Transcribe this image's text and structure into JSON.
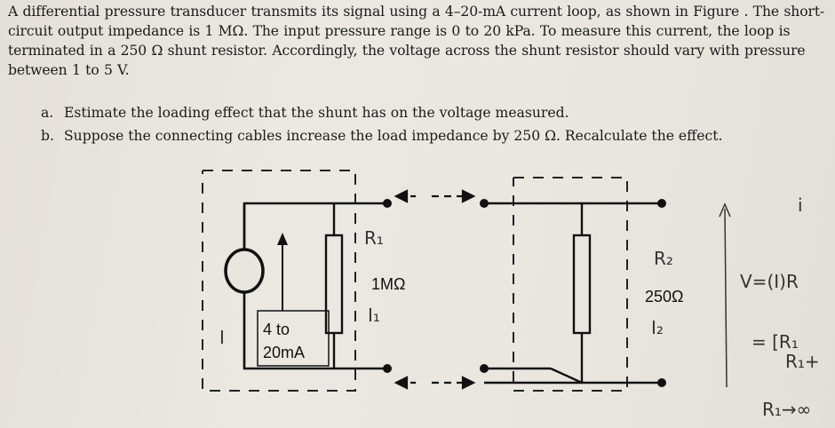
{
  "problem": {
    "intro": "A differential pressure transducer transmits its signal using a 4–20-mA current loop, as shown in Figure . The short-circuit output impedance is 1 MΩ. The input pressure range is 0 to 20 kPa. To measure this current, the loop is terminated in a 250 Ω   shunt   resistor. Accordingly, the voltage across the shunt resistor should vary with pressure between 1 to 5 V.",
    "questions": [
      {
        "label": "a.",
        "text": "Estimate the loading effect that the shunt has on the voltage measured."
      },
      {
        "label": "b.",
        "text": "Suppose the connecting cables increase the load impedance by 250 Ω. Recalculate the effect."
      }
    ]
  },
  "figure": {
    "source_label_1": "4 to",
    "source_label_2": "20mA",
    "output_impedance": "1MΩ",
    "shunt_resistance": "250Ω"
  },
  "handwritten": {
    "r1": "R₁",
    "i1": "I₁",
    "r2": "R₂",
    "i2": "I₂",
    "i": "I",
    "i_prime": "i",
    "formula_1": "V=(I)R",
    "formula_2": "= [R₁",
    "formula_3": "R₁+",
    "formula_4": "R₁→∞"
  }
}
